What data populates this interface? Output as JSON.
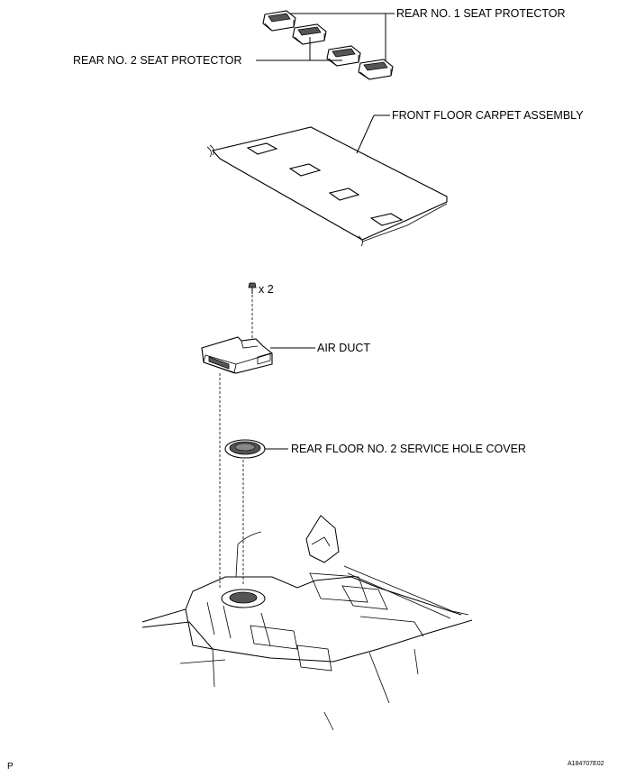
{
  "labels": {
    "rear_no1_seat_protector": "REAR NO. 1 SEAT PROTECTOR",
    "rear_no2_seat_protector": "REAR NO. 2 SEAT PROTECTOR",
    "front_floor_carpet_assembly": "FRONT FLOOR CARPET ASSEMBLY",
    "bolt_quantity": "x 2",
    "air_duct": "AIR DUCT",
    "rear_floor_no2_service_hole_cover": "REAR FLOOR NO. 2 SERVICE HOLE COVER"
  },
  "footer": {
    "corner_mark": "P",
    "figure_id": "A184707E02"
  }
}
